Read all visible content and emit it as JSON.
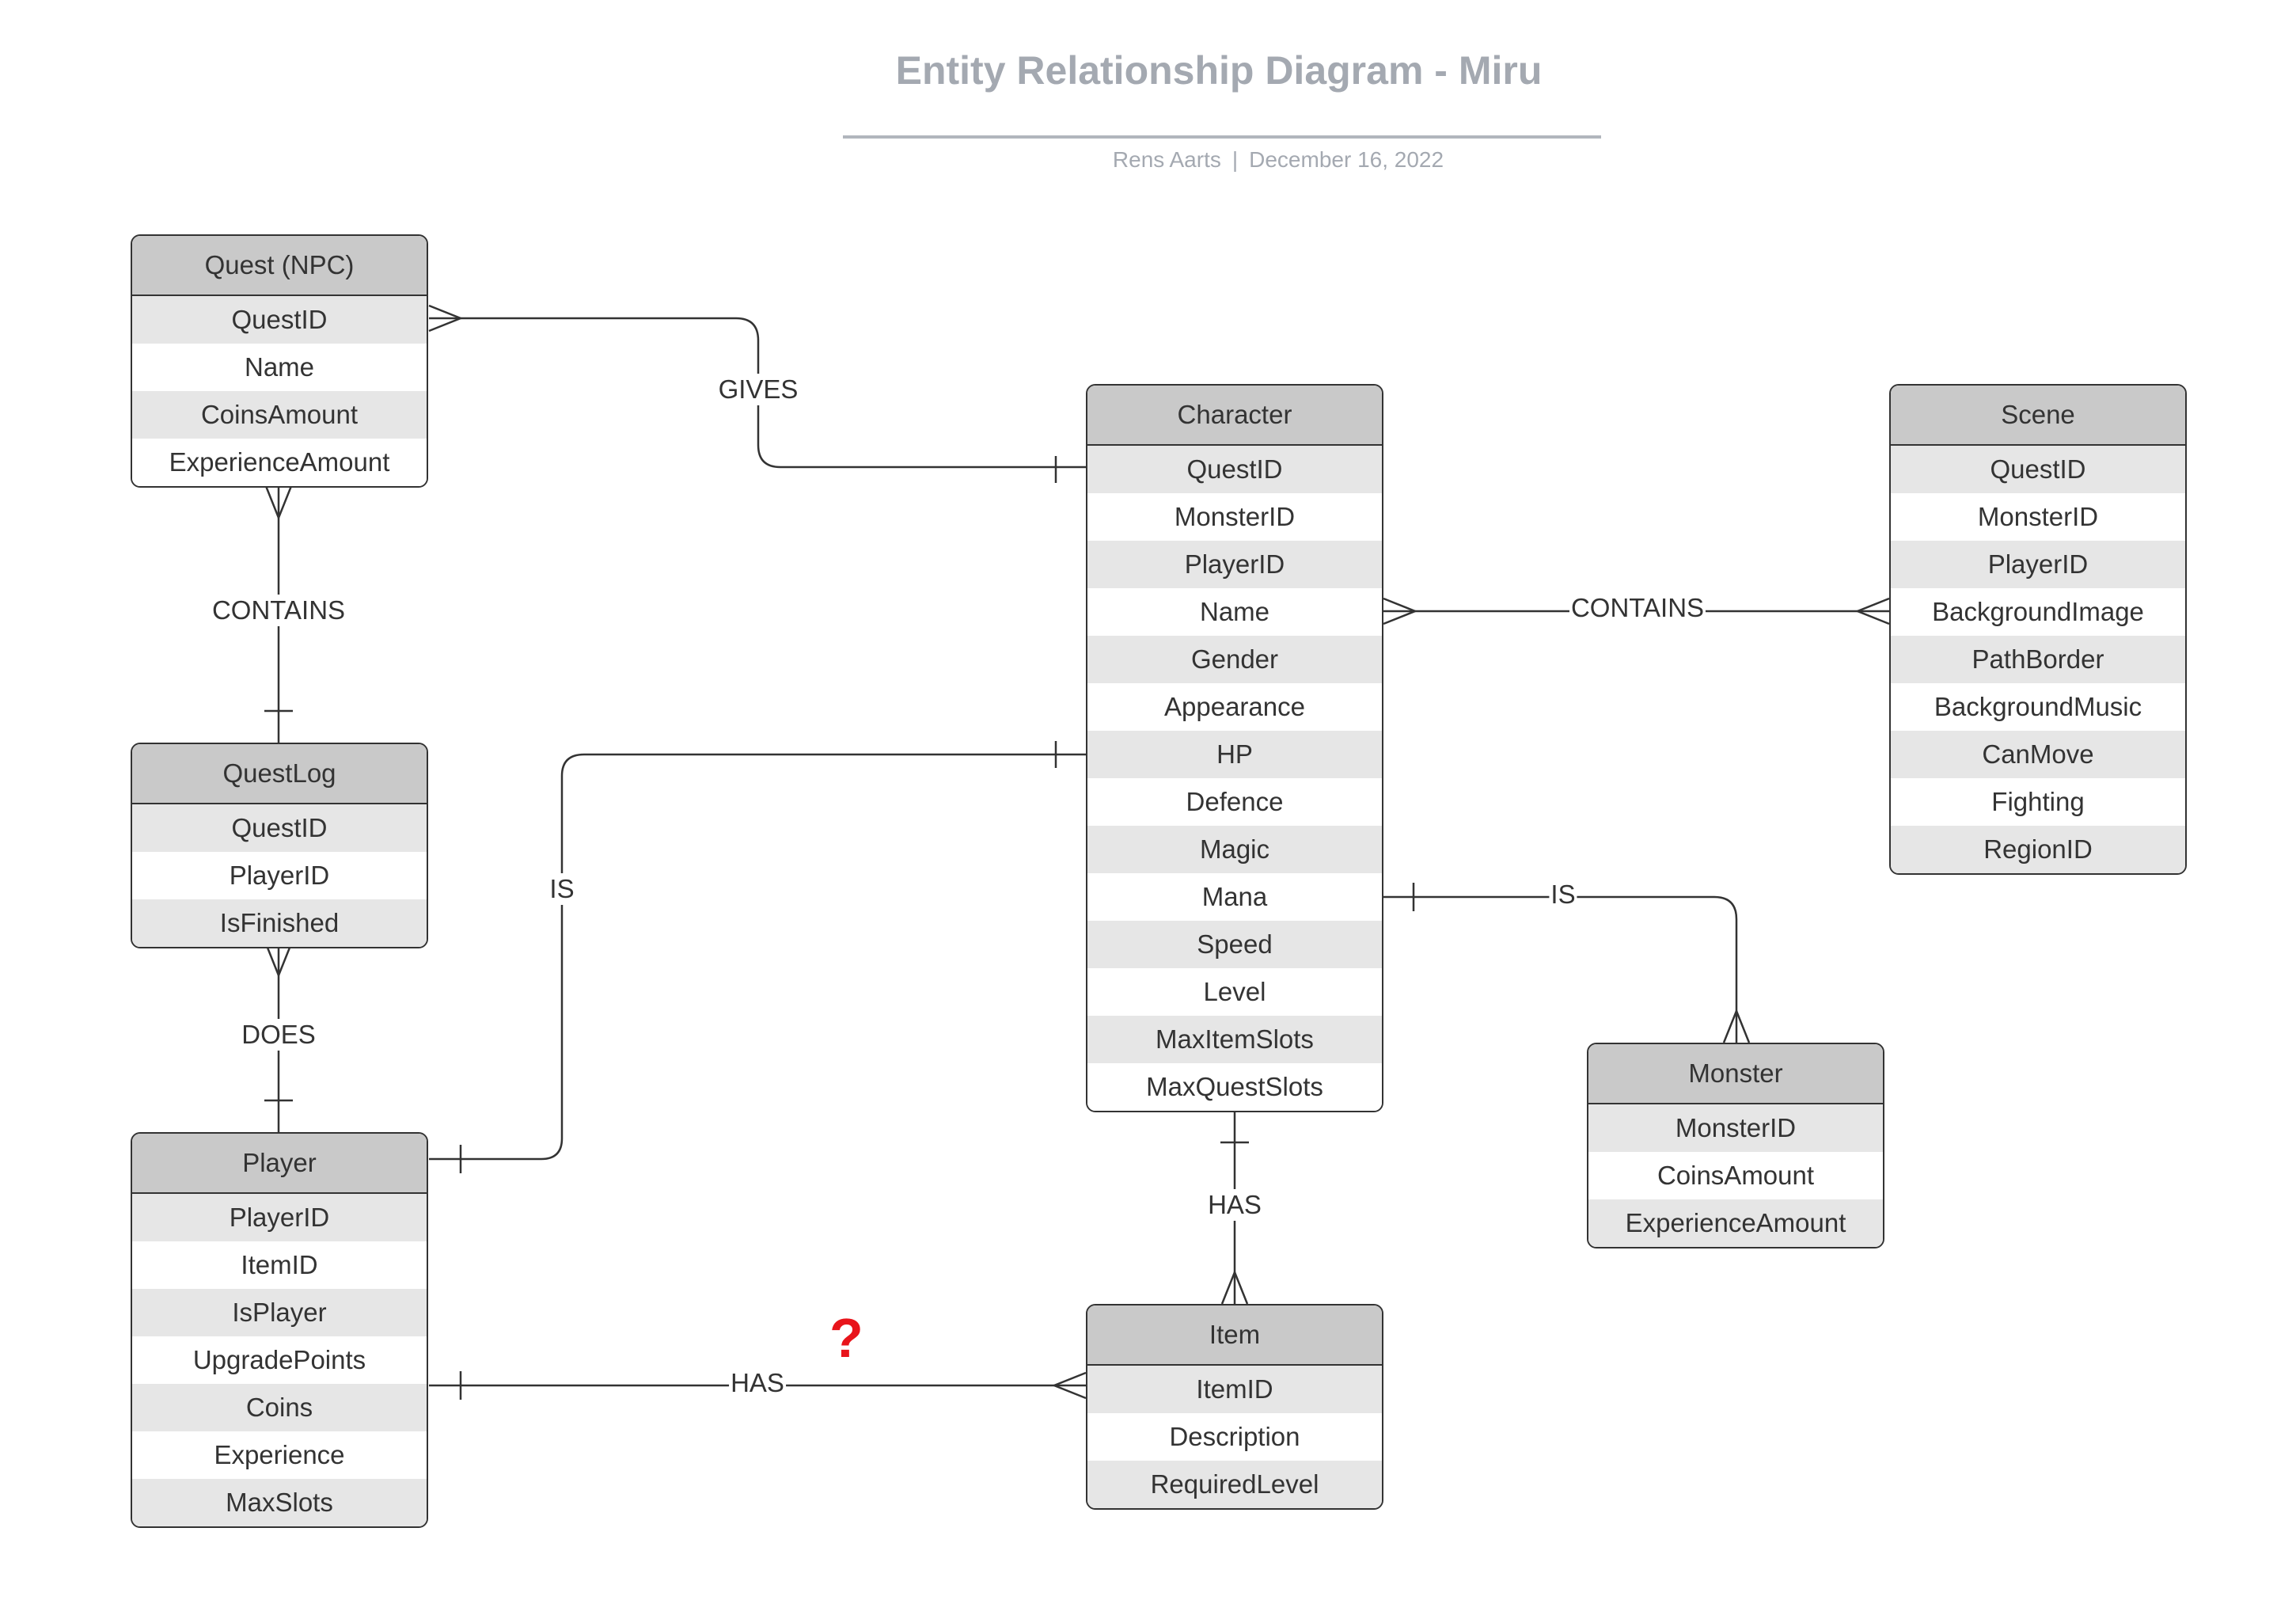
{
  "diagram": {
    "title": "Entity Relationship Diagram - Miru",
    "author": "Rens Aarts",
    "separator": "|",
    "date": "December 16, 2022",
    "question_mark": "?"
  },
  "entities": {
    "quest_npc": {
      "name": "Quest (NPC)",
      "fields": [
        "QuestID",
        "Name",
        "CoinsAmount",
        "ExperienceAmount"
      ]
    },
    "questlog": {
      "name": "QuestLog",
      "fields": [
        "QuestID",
        "PlayerID",
        "IsFinished"
      ]
    },
    "player": {
      "name": "Player",
      "fields": [
        "PlayerID",
        "ItemID",
        "IsPlayer",
        "UpgradePoints",
        "Coins",
        "Experience",
        "MaxSlots"
      ]
    },
    "character": {
      "name": "Character",
      "fields": [
        "QuestID",
        "MonsterID",
        "PlayerID",
        "Name",
        "Gender",
        "Appearance",
        "HP",
        "Defence",
        "Magic",
        "Mana",
        "Speed",
        "Level",
        "MaxItemSlots",
        "MaxQuestSlots"
      ]
    },
    "scene": {
      "name": "Scene",
      "fields": [
        "QuestID",
        "MonsterID",
        "PlayerID",
        "BackgroundImage",
        "PathBorder",
        "BackgroundMusic",
        "CanMove",
        "Fighting",
        "RegionID"
      ]
    },
    "monster": {
      "name": "Monster",
      "fields": [
        "MonsterID",
        "CoinsAmount",
        "ExperienceAmount"
      ]
    },
    "item": {
      "name": "Item",
      "fields": [
        "ItemID",
        "Description",
        "RequiredLevel"
      ]
    }
  },
  "relationships": {
    "gives": "GIVES",
    "contains_quest": "CONTAINS",
    "does": "DOES",
    "is_player": "IS",
    "contains_scene": "CONTAINS",
    "is_monster": "IS",
    "has_item": "HAS",
    "player_has": "HAS"
  }
}
